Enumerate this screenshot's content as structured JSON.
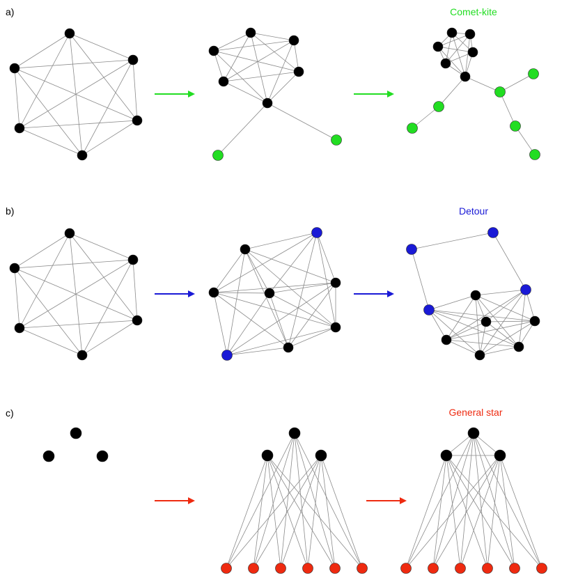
{
  "rows": [
    {
      "label": "a)",
      "title": "Comet-kite",
      "color": "#22dd22"
    },
    {
      "label": "b)",
      "title": "Detour",
      "color": "#1a1ad6"
    },
    {
      "label": "c)",
      "title": "General star",
      "color": "#ee2a10"
    }
  ],
  "default_node_color": "#000000"
}
